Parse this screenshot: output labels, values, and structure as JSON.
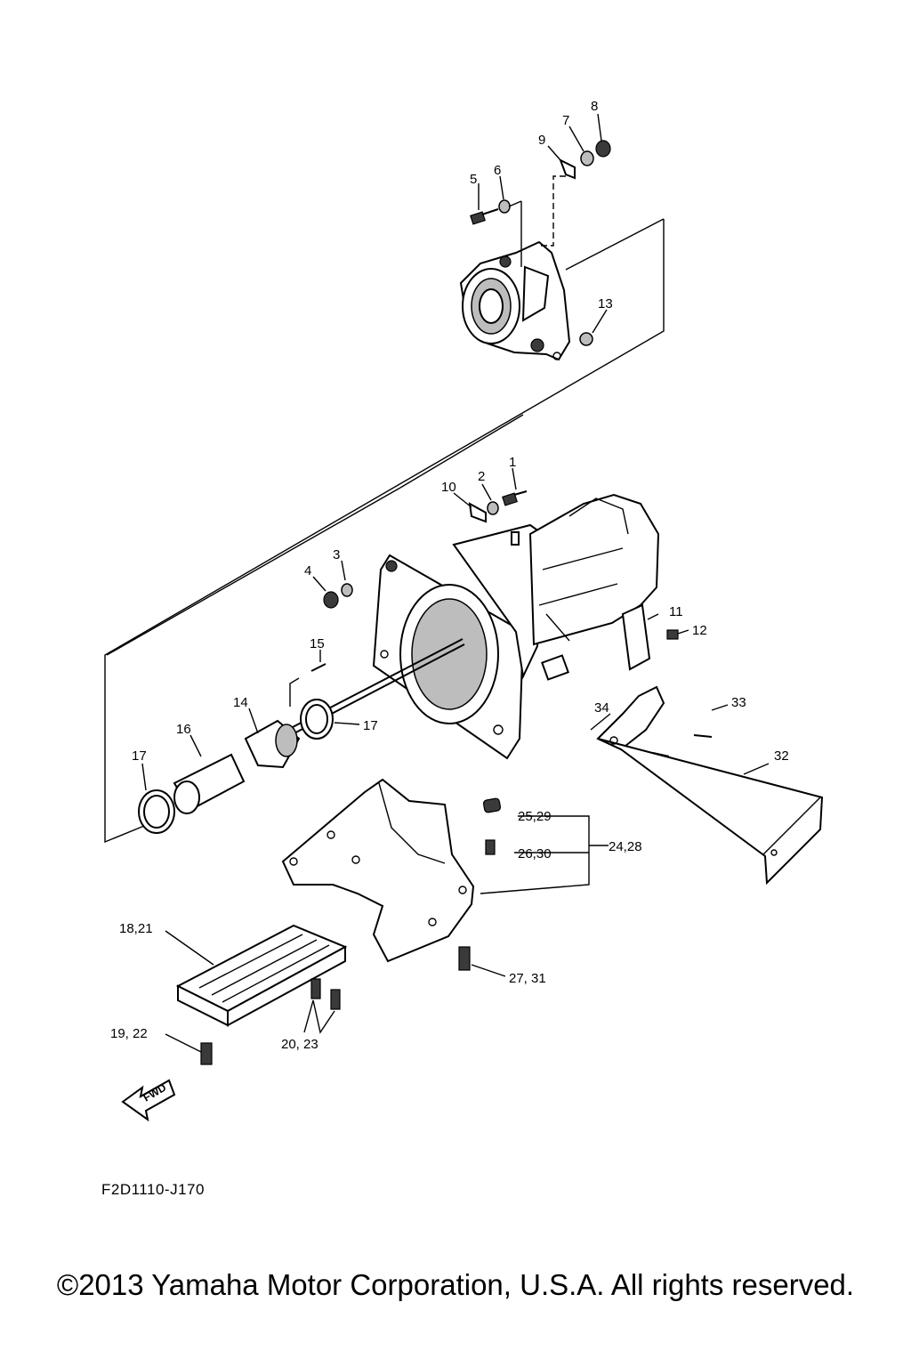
{
  "labels": {
    "p1": "1",
    "p2": "2",
    "p3": "3",
    "p4": "4",
    "p5": "5",
    "p6": "6",
    "p7": "7",
    "p8": "8",
    "p9": "9",
    "p10": "10",
    "p11": "11",
    "p12": "12",
    "p13": "13",
    "p14": "14",
    "p15": "15",
    "p16": "16",
    "p17a": "17",
    "p17b": "17",
    "p18_21": "18,21",
    "p19_22": "19, 22",
    "p20_23": "20, 23",
    "p24_28": "24,28",
    "p25_29": "25,29",
    "p26_30": "26,30",
    "p27_31": "27, 31",
    "p32": "32",
    "p33": "33",
    "p34": "34"
  },
  "fwd": "FWD",
  "figure_code": "F2D1110-J170",
  "copyright": "©2013 Yamaha Motor Corporation, U.S.A. All rights reserved."
}
